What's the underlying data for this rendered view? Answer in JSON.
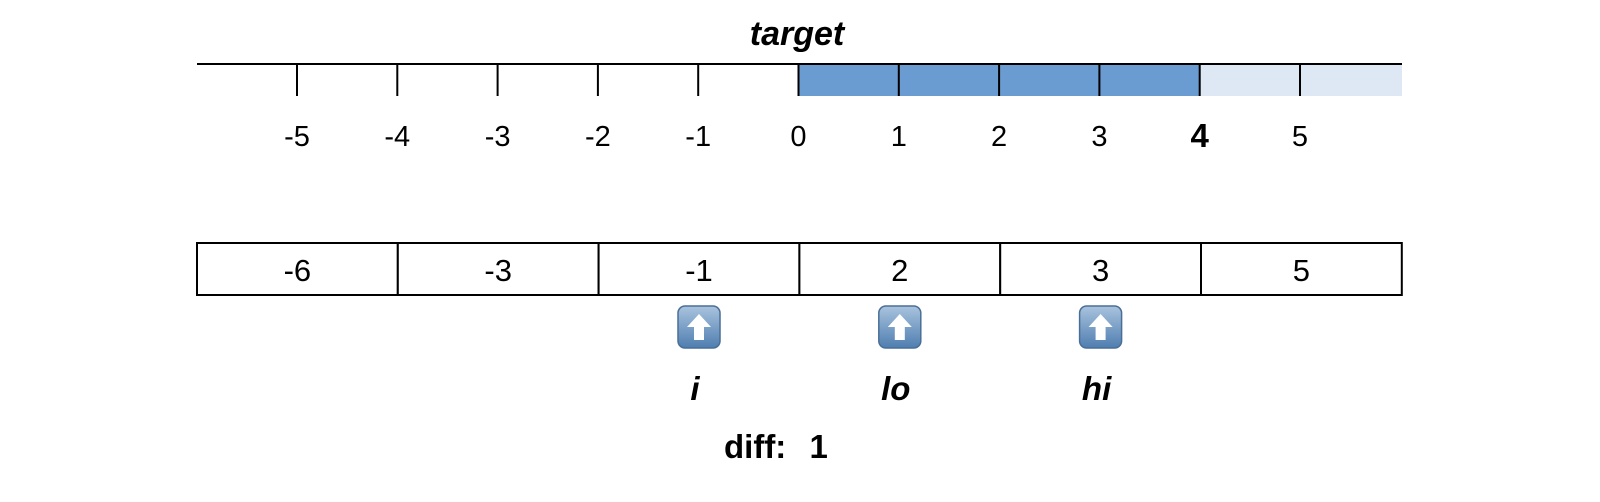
{
  "title": "target",
  "number_line": {
    "ticks": [
      -5,
      -4,
      -3,
      -2,
      -1,
      0,
      1,
      2,
      3,
      4,
      5
    ],
    "target": 4,
    "range_start": 0,
    "colors": {
      "inner": "#6a9bd1",
      "outer": "#dde8f4",
      "line": "#000000"
    }
  },
  "array": {
    "cells": [
      "-6",
      "-3",
      "-1",
      "2",
      "3",
      "5"
    ]
  },
  "pointers": [
    {
      "name": "i",
      "index": 2,
      "icon": "up-arrow-icon"
    },
    {
      "name": "lo",
      "index": 3,
      "icon": "up-arrow-icon"
    },
    {
      "name": "hi",
      "index": 4,
      "icon": "up-arrow-icon"
    }
  ],
  "diff": {
    "label": "diff:",
    "value": "1"
  }
}
